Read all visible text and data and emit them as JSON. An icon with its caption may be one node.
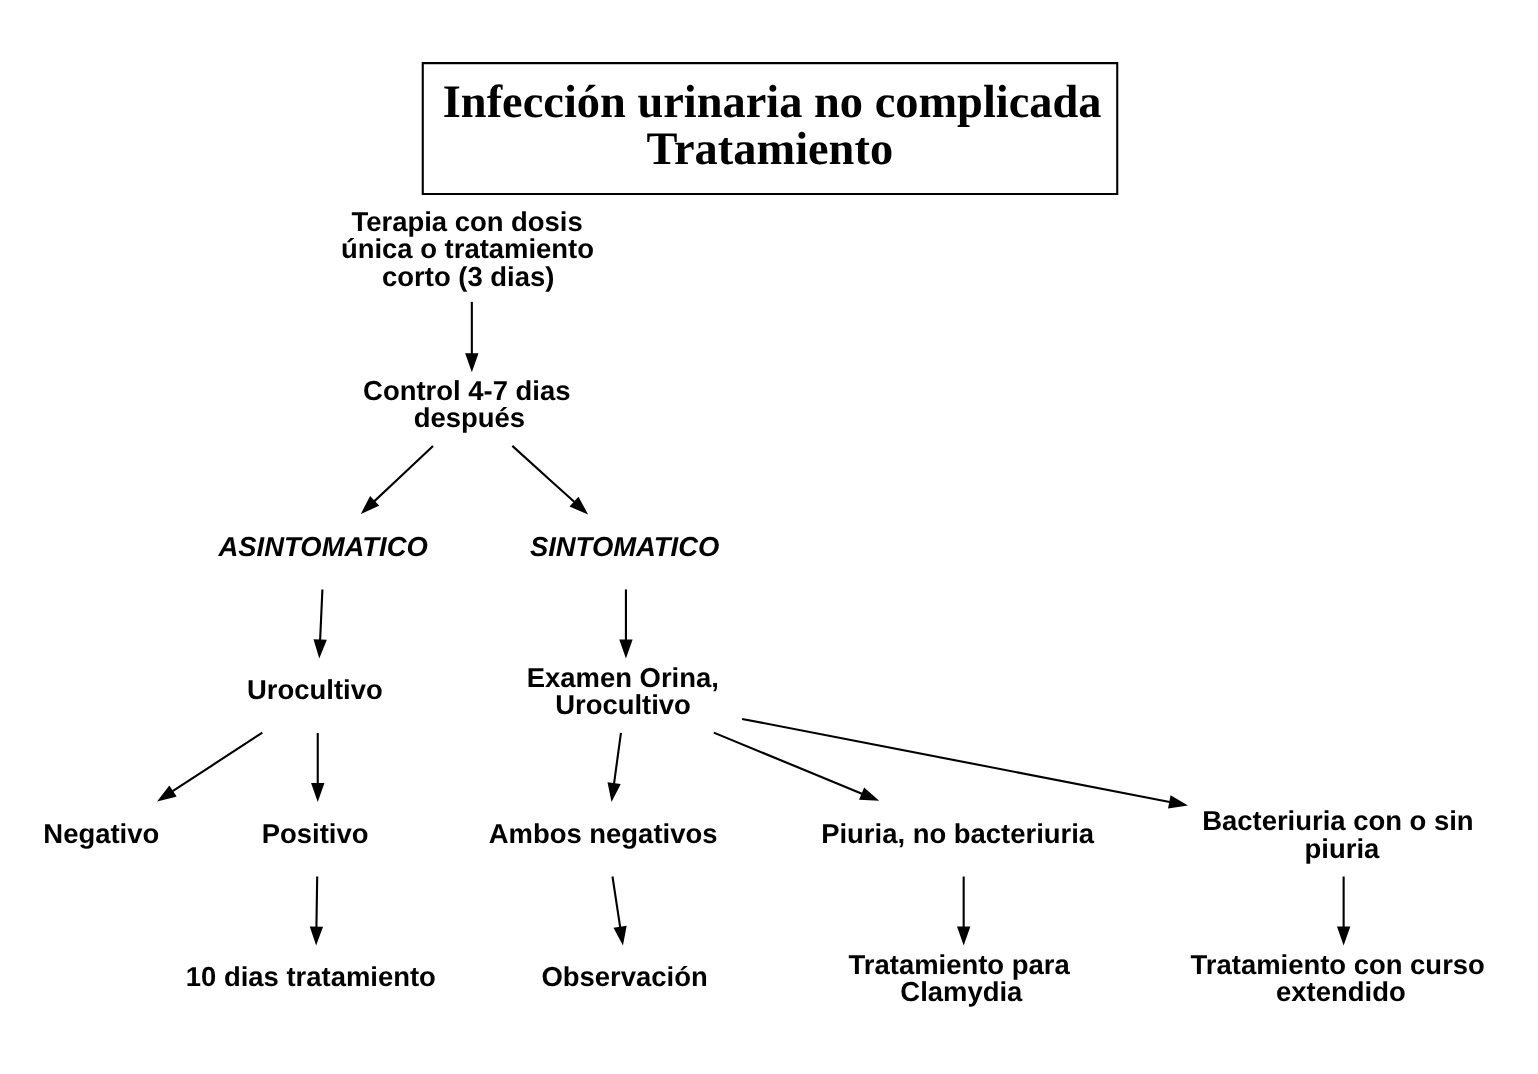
{
  "diagram": {
    "title": "Infección urinaria no complicada Tratamiento",
    "nodes": [
      {
        "text": [
          "Terapia con dosis única o tratamiento corto (3 dias)"
        ]
      },
      {
        "text": [
          "Control 4-7 dias después"
        ]
      },
      {
        "text": [
          "ASINTOMATICO"
        ]
      },
      {
        "text": [
          "SINTOMATICO"
        ]
      },
      {
        "text": [
          "Urocultivo"
        ]
      },
      {
        "text": [
          "Negativo"
        ]
      },
      {
        "text": [
          "Positivo"
        ]
      },
      {
        "text": [
          "10 dias tratamiento"
        ]
      },
      {
        "text": [
          "Examen Orina, Urocultivo"
        ]
      },
      {
        "text": [
          "Ambos negativos"
        ]
      },
      {
        "text": [
          "Piuria, no bacteriuria"
        ]
      },
      {
        "text": [
          "Bacteriuria con o sin piuria"
        ]
      },
      {
        "text": [
          "Observación"
        ]
      },
      {
        "text": [
          "Tratamiento para Clamydia"
        ]
      },
      {
        "text": [
          "Tratamiento con curso extendido"
        ]
      }
    ],
    "edges": [
      {
        "from": 0,
        "to": 1,
        "arrow": "to"
      },
      {
        "from": 1,
        "to": 2,
        "arrow": "to"
      },
      {
        "from": 1,
        "to": 3,
        "arrow": "to"
      },
      {
        "from": 2,
        "to": 4,
        "arrow": "to"
      },
      {
        "from": 4,
        "to": 5,
        "arrow": "to"
      },
      {
        "from": 4,
        "to": 6,
        "arrow": "to"
      },
      {
        "from": 6,
        "to": 7,
        "arrow": "to"
      },
      {
        "from": 3,
        "to": 8,
        "arrow": "to"
      },
      {
        "from": 8,
        "to": 9,
        "arrow": "to"
      },
      {
        "from": 8,
        "to": 10,
        "arrow": "to"
      },
      {
        "from": 8,
        "to": 11,
        "arrow": "to"
      },
      {
        "from": 9,
        "to": 12,
        "arrow": "to"
      },
      {
        "from": 10,
        "to": 13,
        "arrow": "to"
      },
      {
        "from": 11,
        "to": 14,
        "arrow": "to"
      }
    ]
  }
}
